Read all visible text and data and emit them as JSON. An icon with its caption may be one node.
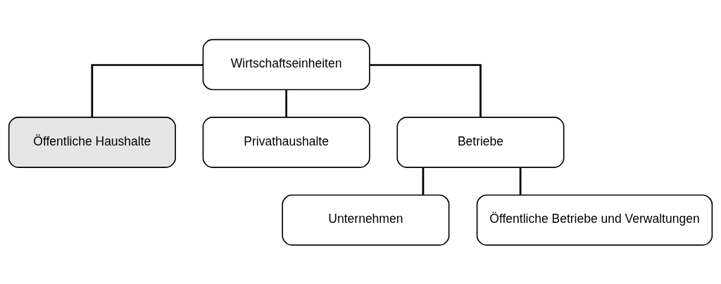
{
  "diagram": {
    "nodes": [
      {
        "text": [
          "Wirtschaftseinheiten"
        ]
      },
      {
        "text": [
          "Öffentliche Haushalte"
        ]
      },
      {
        "text": [
          "Privathaushalte"
        ]
      },
      {
        "text": [
          "Betriebe"
        ]
      },
      {
        "text": [
          "Unternehmen"
        ]
      },
      {
        "text": [
          "Öffentliche Betriebe und Verwaltungen"
        ]
      }
    ],
    "edges": [
      {
        "from": 0,
        "to": 1,
        "arrow": "none"
      },
      {
        "from": 0,
        "to": 2,
        "arrow": "none"
      },
      {
        "from": 0,
        "to": 3,
        "arrow": "none"
      },
      {
        "from": 3,
        "to": 4,
        "arrow": "none"
      },
      {
        "from": 3,
        "to": 5,
        "arrow": "none"
      }
    ]
  }
}
